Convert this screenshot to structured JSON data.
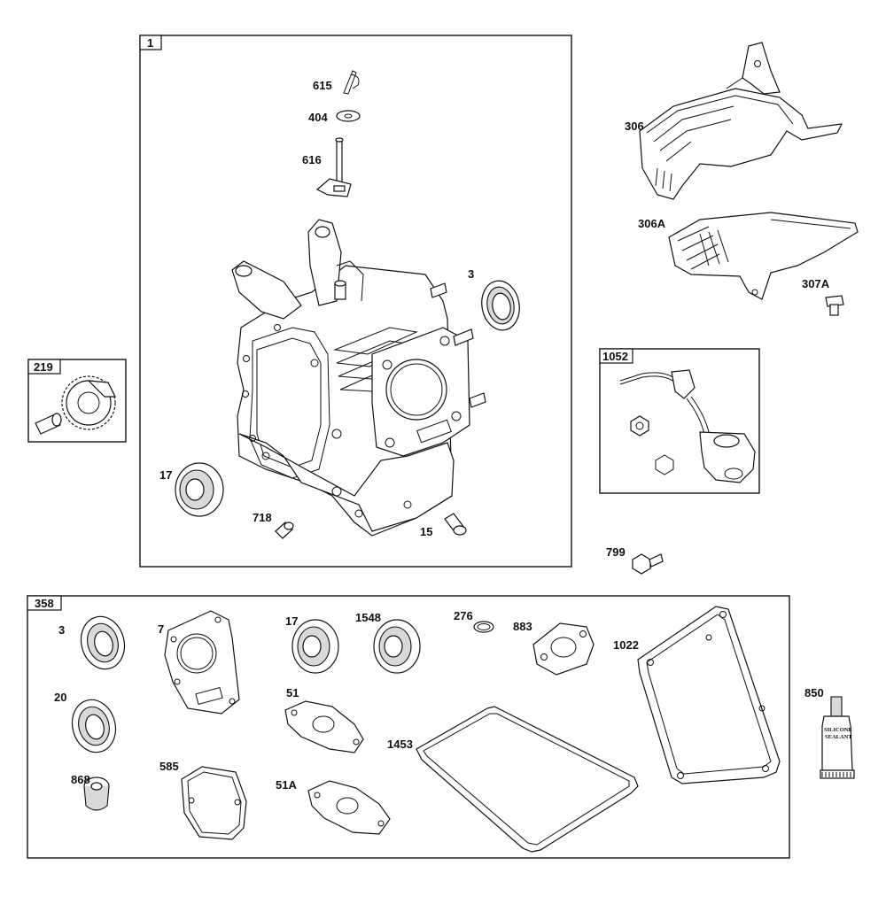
{
  "groups": {
    "g1": "1",
    "g219": "219",
    "g1052": "1052",
    "g358": "358"
  },
  "labels": {
    "p615": "615",
    "p404": "404",
    "p616": "616",
    "p3_engine": "3",
    "p17_engine": "17",
    "p718": "718",
    "p15": "15",
    "p306": "306",
    "p306A": "306A",
    "p307A": "307A",
    "p799": "799",
    "p3_kit": "3",
    "p7": "7",
    "p17_kit": "17",
    "p1548": "1548",
    "p276": "276",
    "p883": "883",
    "p1022": "1022",
    "p20": "20",
    "p51": "51",
    "p1453": "1453",
    "p868": "868",
    "p585": "585",
    "p51A": "51A",
    "p850": "850"
  },
  "sealant_tube": {
    "line1": "SILICONE",
    "line2": "SEALANT"
  },
  "icons": [
    "cylinder-block-part",
    "governor-gear-part",
    "blower-housing-part",
    "sensor-part",
    "seal-ring-part",
    "gasket-part",
    "bearing-part",
    "sealant-tube-part"
  ]
}
